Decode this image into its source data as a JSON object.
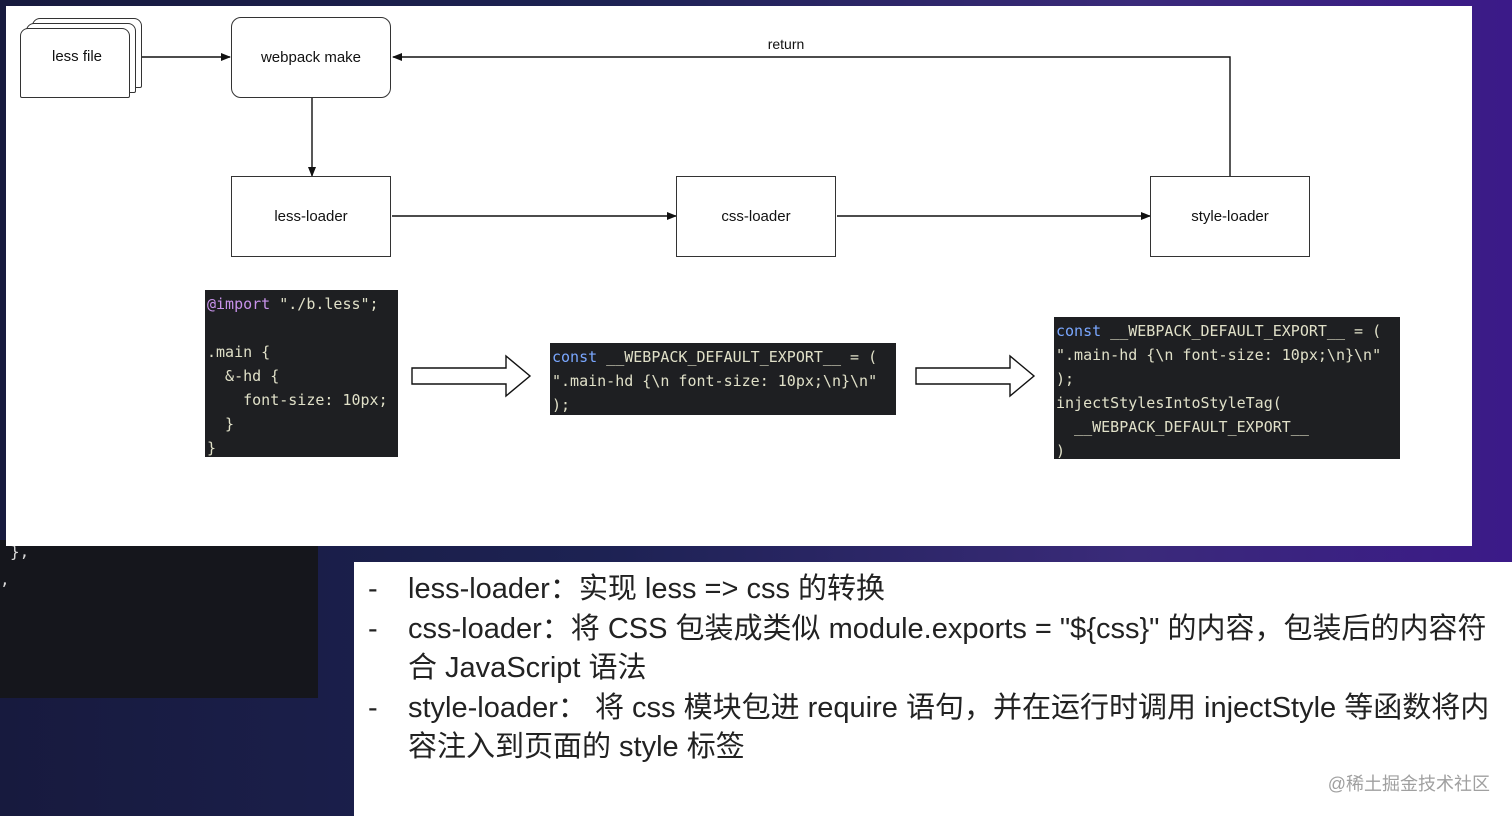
{
  "diagram": {
    "nodes": {
      "less_file": "less file",
      "webpack_make": "webpack make",
      "less_loader": "less-loader",
      "css_loader": "css-loader",
      "style_loader": "style-loader"
    },
    "edge_labels": {
      "return": "return"
    },
    "code_blocks": {
      "less_source": [
        {
          "kw": "@import",
          "rest": " \"./b.less\";"
        },
        {
          "kw": "",
          "rest": ""
        },
        {
          "kw": "",
          "rest": ".main {"
        },
        {
          "kw": "",
          "rest": "  &-hd {"
        },
        {
          "kw": "",
          "rest": "    font-size: 10px;"
        },
        {
          "kw": "",
          "rest": "  }"
        },
        {
          "kw": "",
          "rest": "}"
        }
      ],
      "css_loader_output": [
        {
          "kw": "const",
          "rest": " __WEBPACK_DEFAULT_EXPORT__ = ("
        },
        {
          "kw": "",
          "rest": "\".main-hd {\\n font-size: 10px;\\n}\\n\""
        },
        {
          "kw": "",
          "rest": ");"
        }
      ],
      "style_loader_output": [
        {
          "kw": "const",
          "rest": " __WEBPACK_DEFAULT_EXPORT__ = ("
        },
        {
          "kw": "",
          "rest": "\".main-hd {\\n font-size: 10px;\\n}\\n\""
        },
        {
          "kw": "",
          "rest": ");"
        },
        {
          "kw": "",
          "rest": "injectStylesIntoStyleTag("
        },
        {
          "kw": "",
          "rest": "  __WEBPACK_DEFAULT_EXPORT__"
        },
        {
          "kw": "",
          "rest": ")"
        }
      ]
    }
  },
  "background_code": {
    "frag1": "},",
    "frag2": ","
  },
  "notes": [
    {
      "dash": "-",
      "text": "less-loader：实现 less => css 的转换"
    },
    {
      "dash": "-",
      "text": "css-loader：将 CSS 包装成类似 module.exports = \"${css}\" 的内容，包装后的内容符合 JavaScript 语法"
    },
    {
      "dash": "-",
      "text": "style-loader： 将 css 模块包进 require 语句，并在运行时调用 injectStyle 等函数将内容注入到页面的 style 标签"
    }
  ],
  "watermark": "@稀土掘金技术社区",
  "colors": {
    "code_bg": "#1e1f22",
    "keyword": "#c792ea",
    "keyword_const": "#7aa7ff"
  }
}
